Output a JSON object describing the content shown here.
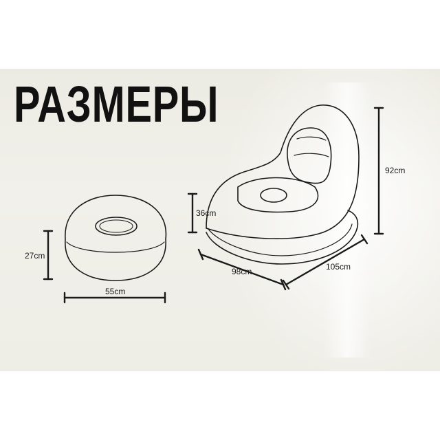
{
  "title": "РАЗМЕРЫ",
  "ottoman": {
    "height": "27cm",
    "diameter": "55cm"
  },
  "chair": {
    "height": "92cm",
    "seat_height": "36cm",
    "width": "98cm",
    "depth": "105cm"
  },
  "colors": {
    "outline": "#1a1a1a",
    "background": "#efeee8"
  }
}
